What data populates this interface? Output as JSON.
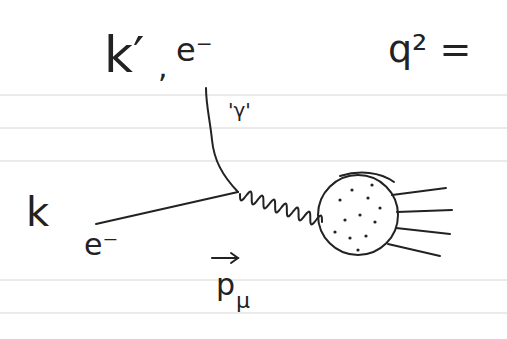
{
  "diagram": {
    "labels": [
      "k′",
      ",",
      "e⁻",
      "q² =",
      "k",
      "e⁻",
      "'γ'",
      "p",
      "μ"
    ]
  }
}
